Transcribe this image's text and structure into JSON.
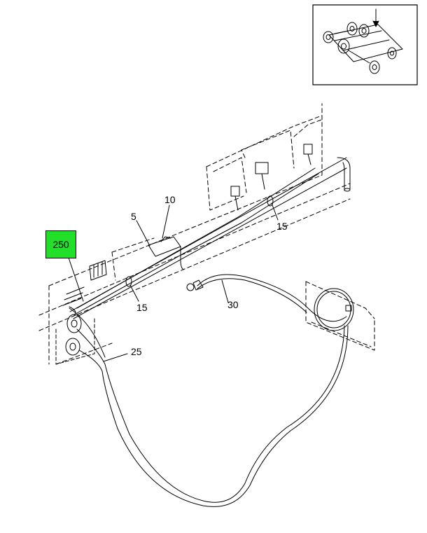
{
  "diagram": {
    "callouts": {
      "c250": "250",
      "c10": "10",
      "c5": "5",
      "c15a": "15",
      "c15b": "15",
      "c30": "30",
      "c25": "25"
    },
    "highlight_color": "#22e02a"
  }
}
